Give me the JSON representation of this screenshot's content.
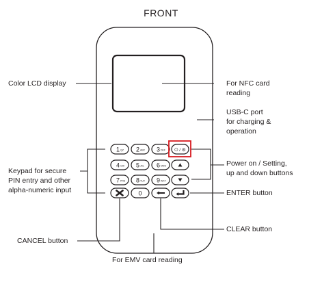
{
  "title": "FRONT",
  "labels": {
    "lcd": "Color LCD display",
    "nfc": [
      "For NFC card",
      "reading"
    ],
    "usbc": [
      "USB-C port",
      "for charging &",
      "operation"
    ],
    "keypad": [
      "Keypad for secure",
      "PIN entry and other",
      "alpha-numeric input"
    ],
    "power": [
      "Power on / Setting,",
      "up and down buttons"
    ],
    "enter": "ENTER button",
    "clear": "CLEAR button",
    "cancel": "CANCEL button",
    "emv": "For EMV card reading"
  },
  "keys": {
    "k1": {
      "digit": "1",
      "sub": "QZ"
    },
    "k2": {
      "digit": "2",
      "sub": "ABC"
    },
    "k3": {
      "digit": "3",
      "sub": "DEF"
    },
    "k4": {
      "digit": "4",
      "sub": "GHI"
    },
    "k5": {
      "digit": "5",
      "sub": "JKL"
    },
    "k6": {
      "digit": "6",
      "sub": "MNO"
    },
    "k7": {
      "digit": "7",
      "sub": "PRS"
    },
    "k8": {
      "digit": "8",
      "sub": "TUV"
    },
    "k9": {
      "digit": "9",
      "sub": "WXY"
    },
    "k0": {
      "digit": "0",
      "sub": ""
    },
    "power": "⏻ / ⚙"
  },
  "colors": {
    "line": "#231f20",
    "highlight": "#d7191f"
  }
}
